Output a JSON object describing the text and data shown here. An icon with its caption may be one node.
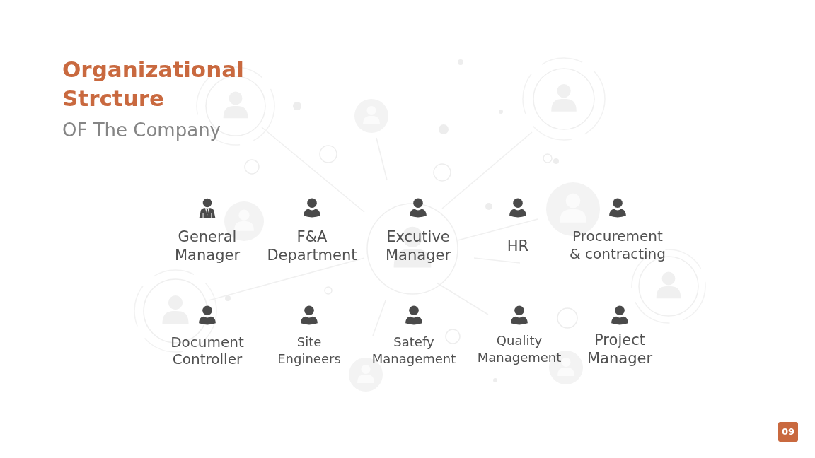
{
  "diagram": {
    "title": "Organizational Strcture",
    "nodes": [
      {
        "text": [
          "General Manager"
        ]
      },
      {
        "text": [
          "F&A Department"
        ]
      },
      {
        "text": [
          "Excutive Manager"
        ]
      },
      {
        "text": [
          "HR"
        ]
      },
      {
        "text": [
          "Procurement & contracting"
        ]
      },
      {
        "text": [
          "Document Controller"
        ]
      },
      {
        "text": [
          "Site Engineers"
        ]
      },
      {
        "text": [
          "Satefy Management"
        ]
      },
      {
        "text": [
          "Quality Management"
        ]
      },
      {
        "text": [
          "Project Manager"
        ]
      }
    ],
    "labels": [
      "OF The Company",
      "09"
    ]
  }
}
